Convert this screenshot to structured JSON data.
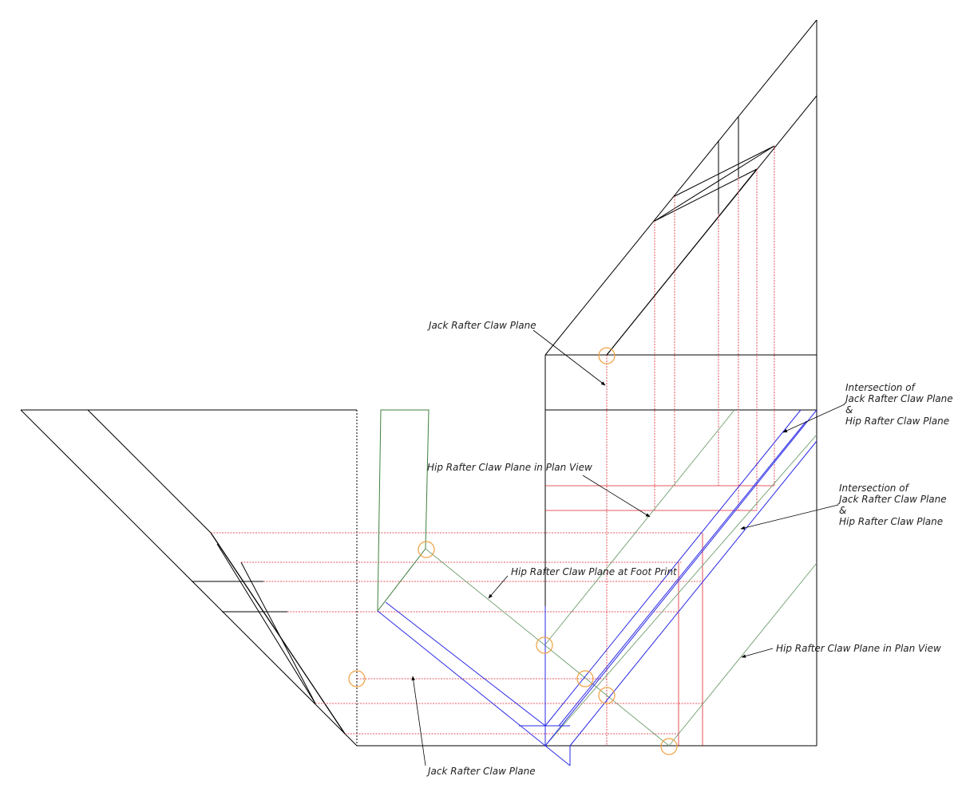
{
  "labels": {
    "jack_top": "Jack Rafter Claw Plane",
    "intersection1_line1": "Intersection of",
    "intersection1_line2": "Jack Rafter Claw Plane",
    "intersection1_line3": "&",
    "intersection1_line4": "Hip Rafter Claw Plane",
    "hip_plan_upper": "Hip Rafter Claw Plane in Plan View",
    "intersection2_line1": "Intersection of",
    "intersection2_line2": "Jack Rafter Claw Plane",
    "intersection2_line3": "&",
    "intersection2_line4": "Hip Rafter Claw Plane",
    "hip_foot_print": "Hip Rafter Claw Plane at Foot Print",
    "hip_plan_lower": "Hip Rafter Claw Plane in Plan View",
    "jack_bottom": "Jack Rafter Claw Plane"
  },
  "colors": {
    "outline": "#000000",
    "projection": "#e0222e",
    "green_plane": "#3f7f3f",
    "blue_plane": "#2a2ae6",
    "marker": "#f0a040"
  }
}
